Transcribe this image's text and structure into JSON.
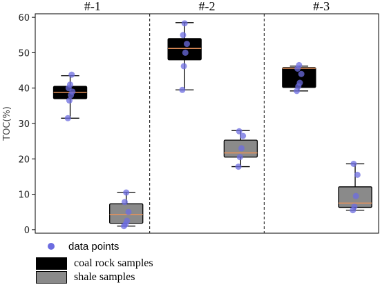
{
  "chart_data": {
    "type": "box",
    "panels": [
      "#-1",
      "#-2",
      "#-3"
    ],
    "ylabel": "TOC(%)",
    "ylim": [
      -1,
      61
    ],
    "yticks": [
      0,
      10,
      20,
      30,
      40,
      50,
      60
    ],
    "grid": false,
    "legend_placement": "below",
    "series": [
      {
        "name": "coal rock samples",
        "color": "#000000",
        "boxes": [
          {
            "panel": "#-1",
            "whisker_low": 31.5,
            "q1": 37,
            "median": 38.8,
            "q3": 40.5,
            "whisker_high": 43.5
          },
          {
            "panel": "#-2",
            "whisker_low": 39.5,
            "q1": 48,
            "median": 51.2,
            "q3": 54,
            "whisker_high": 58.5
          },
          {
            "panel": "#-3",
            "whisker_low": 39.2,
            "q1": 40.2,
            "median": 45.6,
            "q3": 45.8,
            "whisker_high": 46.2
          }
        ],
        "points": [
          [
            31.5,
            36.5,
            38,
            39,
            40,
            41,
            43.8
          ],
          [
            39.5,
            46.2,
            50,
            52.5,
            55,
            58.3
          ],
          [
            39.2,
            40.5,
            41.5,
            44,
            45.5,
            46.5
          ]
        ]
      },
      {
        "name": "shale samples",
        "color": "#8a8a8a",
        "boxes": [
          {
            "panel": "#-1",
            "whisker_low": 1,
            "q1": 1.8,
            "median": 4.3,
            "q3": 7.3,
            "whisker_high": 10.5
          },
          {
            "panel": "#-2",
            "whisker_low": 17.8,
            "q1": 20.5,
            "median": 21.7,
            "q3": 25.3,
            "whisker_high": 28
          },
          {
            "panel": "#-3",
            "whisker_low": 5.5,
            "q1": 6.3,
            "median": 7.5,
            "q3": 12.1,
            "whisker_high": 18.6
          }
        ],
        "points": [
          [
            1,
            1.5,
            2.5,
            5,
            7.8,
            10.5
          ],
          [
            17.8,
            20.5,
            23,
            26.5,
            27.8
          ],
          [
            5.5,
            6.5,
            9.5,
            15.5,
            18.6
          ]
        ]
      }
    ],
    "point_color": "#6c6ce0",
    "median_color": "#e8925a",
    "legend": {
      "points_label": "data points",
      "coal_label": "coal rock samples",
      "shale_label": "shale samples"
    }
  }
}
